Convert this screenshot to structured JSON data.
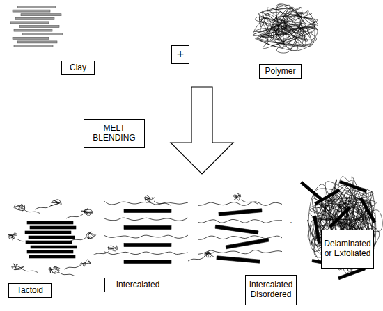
{
  "diagram": {
    "nodes": [
      {
        "text": [
          "Clay"
        ]
      },
      {
        "text": [
          "+"
        ]
      },
      {
        "text": [
          "Polymer"
        ]
      },
      {
        "text": [
          "MELT BLENDING"
        ]
      },
      {
        "text": [
          "Tactoid"
        ]
      },
      {
        "text": [
          "Intercalated"
        ]
      },
      {
        "text": [
          "Intercalated Disordered"
        ]
      },
      {
        "text": [
          "Delaminated or Exfoliated"
        ]
      }
    ],
    "labels": [
      "."
    ]
  }
}
